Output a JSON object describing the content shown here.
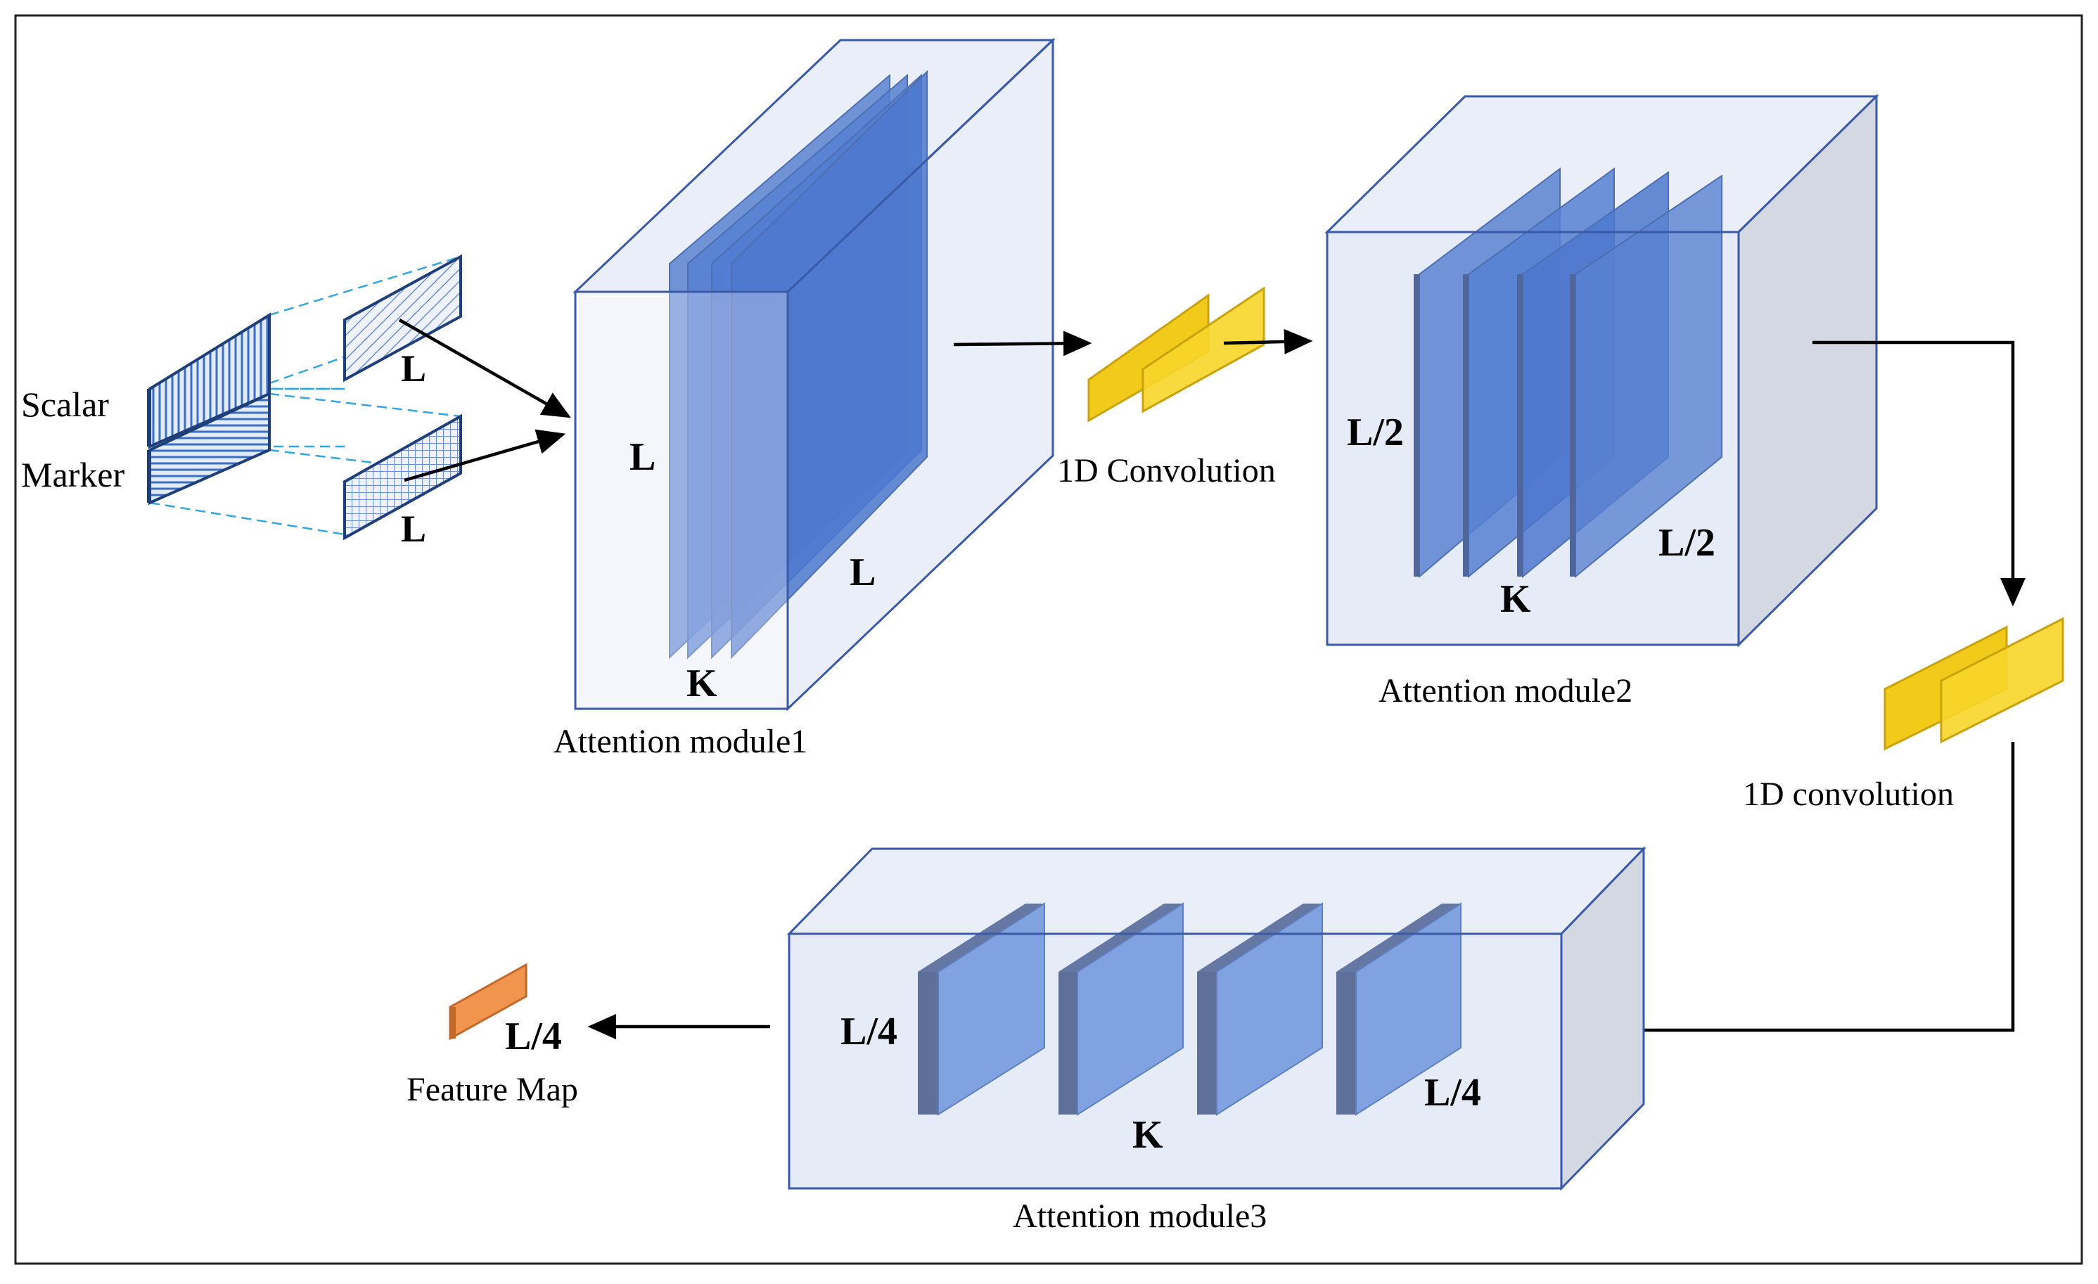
{
  "inputs": {
    "scalar_label": "Scalar",
    "marker_label": "Marker",
    "dim_top": "L",
    "dim_bottom": "L"
  },
  "module1": {
    "caption": "Attention module1",
    "dim_height": "L",
    "dim_depth": "L",
    "dim_channels": "K"
  },
  "conv1": {
    "caption": "1D Convolution"
  },
  "module2": {
    "caption": "Attention module2",
    "dim_height": "L/2",
    "dim_depth": "L/2",
    "dim_channels": "K"
  },
  "conv2": {
    "caption": "1D convolution"
  },
  "module3": {
    "caption": "Attention module3",
    "dim_height": "L/4",
    "dim_depth": "L/4",
    "dim_channels": "K"
  },
  "output": {
    "dim": "L/4",
    "caption": "Feature Map"
  },
  "colors": {
    "box_fill": "#e6ecf7",
    "box_edge": "#3a5aa8",
    "side_fill": "#d3d8e2",
    "slab_fill": "#4a78d0",
    "slab_side": "#5570a8",
    "conv_fill": "#f2cb1a",
    "conv_edge": "#c9a20d",
    "feature_fill": "#f0944e",
    "feature_edge": "#c4682a",
    "input_blue": "#3a6fc4",
    "dash_blue": "#31a6e0"
  }
}
